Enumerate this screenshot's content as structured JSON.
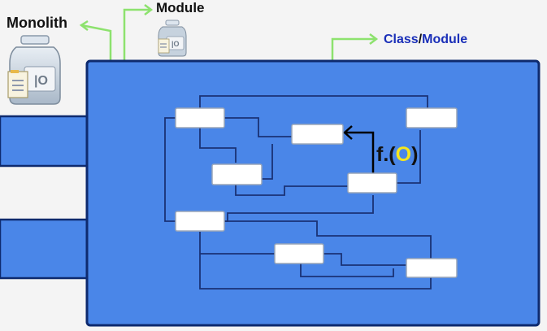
{
  "labels": {
    "monolith": "Monolith",
    "module": "Module",
    "class_part": "Class",
    "slash": "/",
    "module_part": "Module",
    "f_prefix": "f.(",
    "f_o": "O",
    "f_suffix": ")"
  },
  "icons": {
    "monolith_icon": "jar-icon",
    "module_icon": "jar-icon"
  },
  "colors": {
    "monolith_fill": "#4a86e8",
    "monolith_stroke": "#0e2a6e",
    "connector": "#1a3275",
    "arrow_green": "#8de26e",
    "label_blue": "#1a2fb8",
    "o_yellow": "#f6e61c"
  }
}
